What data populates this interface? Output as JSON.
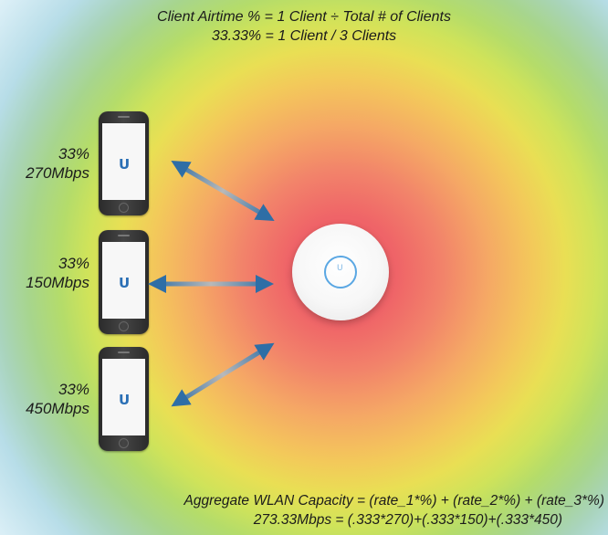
{
  "header": {
    "line1": "Client Airtime % = 1 Client ÷ Total # of Clients",
    "line2": "33.33% = 1 Client / 3 Clients"
  },
  "clients": [
    {
      "percent": "33%",
      "rate": "270Mbps"
    },
    {
      "percent": "33%",
      "rate": "150Mbps"
    },
    {
      "percent": "33%",
      "rate": "450Mbps"
    }
  ],
  "access_point": {
    "logo": "U"
  },
  "phone_logo": "U",
  "footer": {
    "line1": "Aggregate WLAN Capacity = (rate_1*%) + (rate_2*%) + (rate_3*%)",
    "line2": "273.33Mbps = (.333*270)+(.333*150)+(.333*450)"
  },
  "colors": {
    "arrow": "#2e6ea6",
    "heat_center": "#ef5a64",
    "heat_mid": "#f3c95a",
    "heat_outer": "#a7d58d",
    "heat_edge": "#b7dde8"
  }
}
